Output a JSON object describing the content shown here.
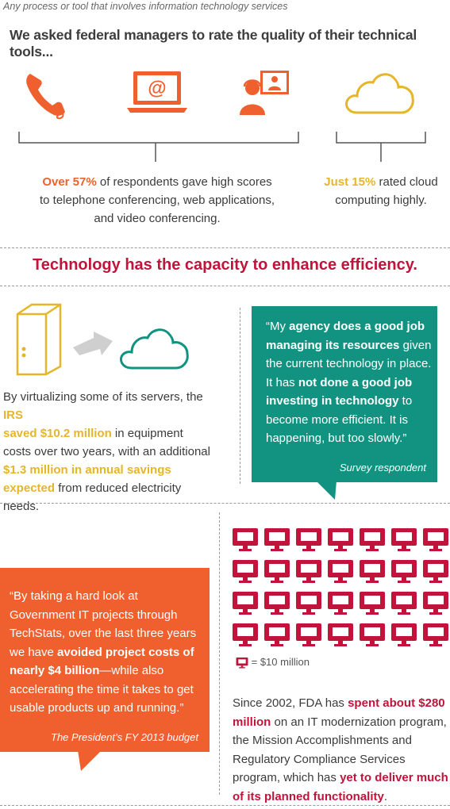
{
  "footnote": "Any process or tool that involves information technology services",
  "headline": "We asked federal managers to rate the quality of their technical tools...",
  "icons": [
    "telephone-icon",
    "laptop-email-icon",
    "video-conference-icon",
    "cloud-icon"
  ],
  "stat_left": {
    "highlight": "Over 57%",
    "line1_rest": " of respondents gave high scores",
    "line2": "to telephone conferencing, web applications,",
    "line3": "and video conferencing."
  },
  "stat_right": {
    "highlight": "Just 15%",
    "line1_rest": " rated cloud",
    "line2": "computing highly."
  },
  "section_title": "Technology has the capacity to enhance efficiency.",
  "irs": {
    "p1": "By virtualizing some of its servers, the ",
    "irs": "IRS",
    "saved": "saved $10.2 million",
    "p2": " in equipment costs over two years, with an additional ",
    "annual": "$1.3 million in annual savings expected",
    "p3": " from reduced electricity needs."
  },
  "quote_survey": {
    "q1": "“My ",
    "b1": "agency does a good job managing its resources",
    "q2": " given the current technology in place. It has ",
    "b2": "not done a good job investing in technology",
    "q3": " to become more efficient. It is happening, but too slowly.”",
    "attribution": "Survey respondent"
  },
  "quote_budget": {
    "q1": "“By taking a hard look at Government IT projects through TechStats, over the last three years we have ",
    "b1": "avoided project costs of nearly $4 billion",
    "q2": "—while also accelerating the time it takes to get usable products up and running.”",
    "attribution": "The President’s FY 2013 budget"
  },
  "monitor_grid": {
    "rows": 4,
    "cols": 7,
    "color": "#c0143a"
  },
  "legend": "= $10 million",
  "fda": {
    "p1": "Since 2002, FDA has ",
    "b1": "spent about $280 million",
    "p2": " on an IT modernization program, the Mission Accomplishments and Regulatory Compliance Services program, which has ",
    "b2": "yet to deliver much of its planned functionality",
    "p3": "."
  },
  "colors": {
    "orange": "#f0602e",
    "gold": "#e5b52a",
    "crimson": "#c0143a",
    "teal": "#129381"
  }
}
